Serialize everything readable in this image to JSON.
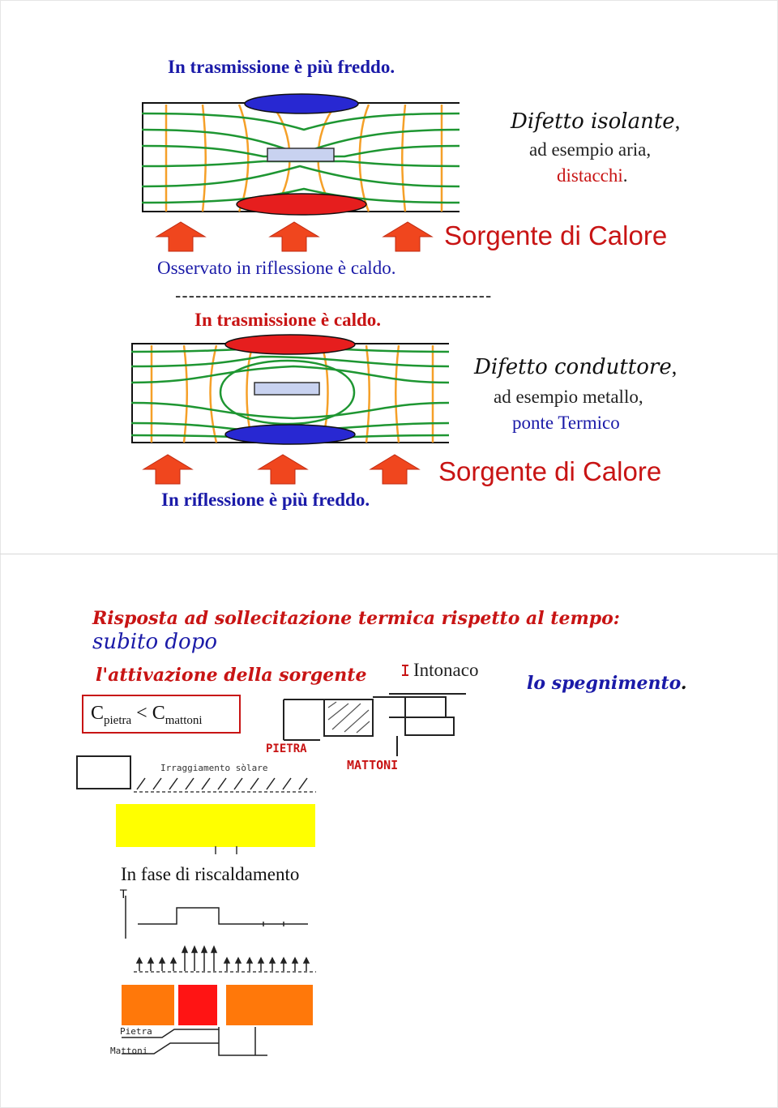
{
  "slide1": {
    "top_caption": "In trasmissione è più freddo.",
    "defect_title": "Difetto isolante",
    "defect_comma": ",",
    "defect_example": "ad esempio aria,",
    "defect_detail": "distacchi",
    "defect_dot": ".",
    "source_label": "Sorgente di Calore",
    "reflection_caption": "Osservato in riflessione è caldo."
  },
  "separator": "-----------------------------------------------",
  "slide2": {
    "top_caption": "In trasmissione è caldo.",
    "defect_title": "Difetto conduttore",
    "defect_comma": ",",
    "defect_example": "ad esempio metallo,",
    "defect_detail": "ponte Termico",
    "source_label": "Sorgente di Calore",
    "reflection_caption": "In riflessione è più freddo."
  },
  "slide3": {
    "title": "Risposta ad  sollecitazione termica rispetto al tempo:",
    "subtitle": "subito dopo",
    "activation": "l'attivazione della sorgente",
    "plaster": "Intonaco",
    "shutdown": "lo spegnimento",
    "shutdown_dot": ".",
    "capacity_c1": "C",
    "capacity_sub1": "pietra",
    "capacity_op": " < ",
    "capacity_c2": "C",
    "capacity_sub2": "mattoni",
    "stone_label": "PIETRA",
    "brick_label": "MATTONI",
    "solar_label": "Irraggiamento sòlare",
    "heating_phase": "In fase di riscaldamento",
    "axis_t": "T",
    "stone_small": "Pietra",
    "brick_small": "Mattoni"
  },
  "colors": {
    "caption_blue": "#1a1aa8",
    "caption_red": "#c81414",
    "heat_arrow": "#f0461e",
    "flow_line_green": "#1e9632",
    "flow_line_orange": "#f5a028",
    "ellipse_blue": "#2828d2",
    "ellipse_red": "#e61e1e",
    "defect_fill": "#c8d2f0",
    "yellow_band": "#ffff00",
    "orange_band": "#ff780a",
    "red_band": "#ff1414"
  }
}
